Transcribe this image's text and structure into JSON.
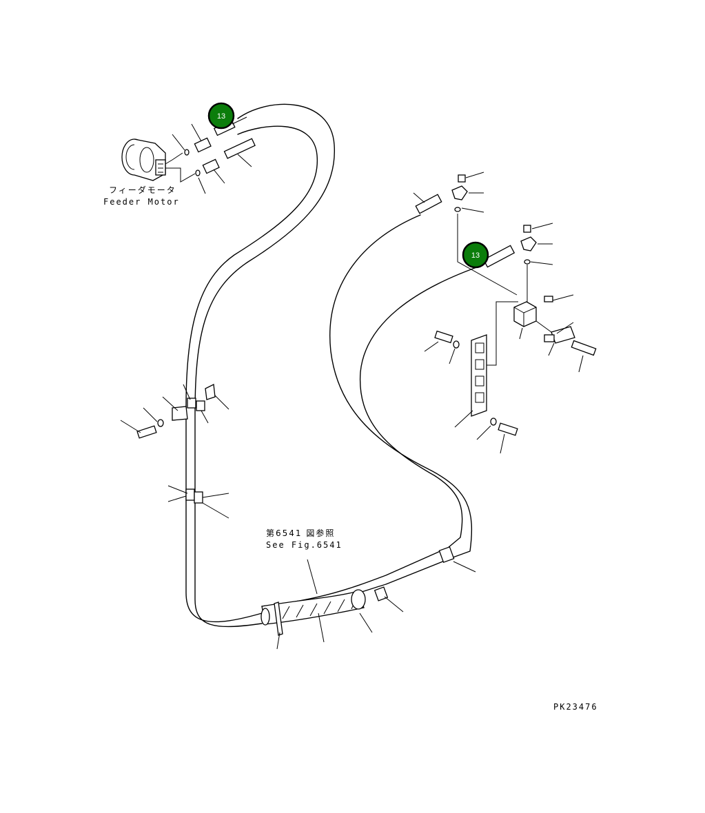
{
  "labels": {
    "feeder_motor_jp": "フィーダモータ",
    "feeder_motor_en": "Feeder Motor",
    "ref_jp": "第6541 図参照",
    "ref_en": "See Fig.6541",
    "drawing_code": "PK23476"
  },
  "callouts": [
    {
      "id": "callout-top-left",
      "text": "13"
    },
    {
      "id": "callout-right",
      "text": "13"
    }
  ],
  "colors": {
    "callout_fill": "#0b7d0b",
    "callout_border": "#000000",
    "line": "#000000",
    "background": "#ffffff"
  }
}
